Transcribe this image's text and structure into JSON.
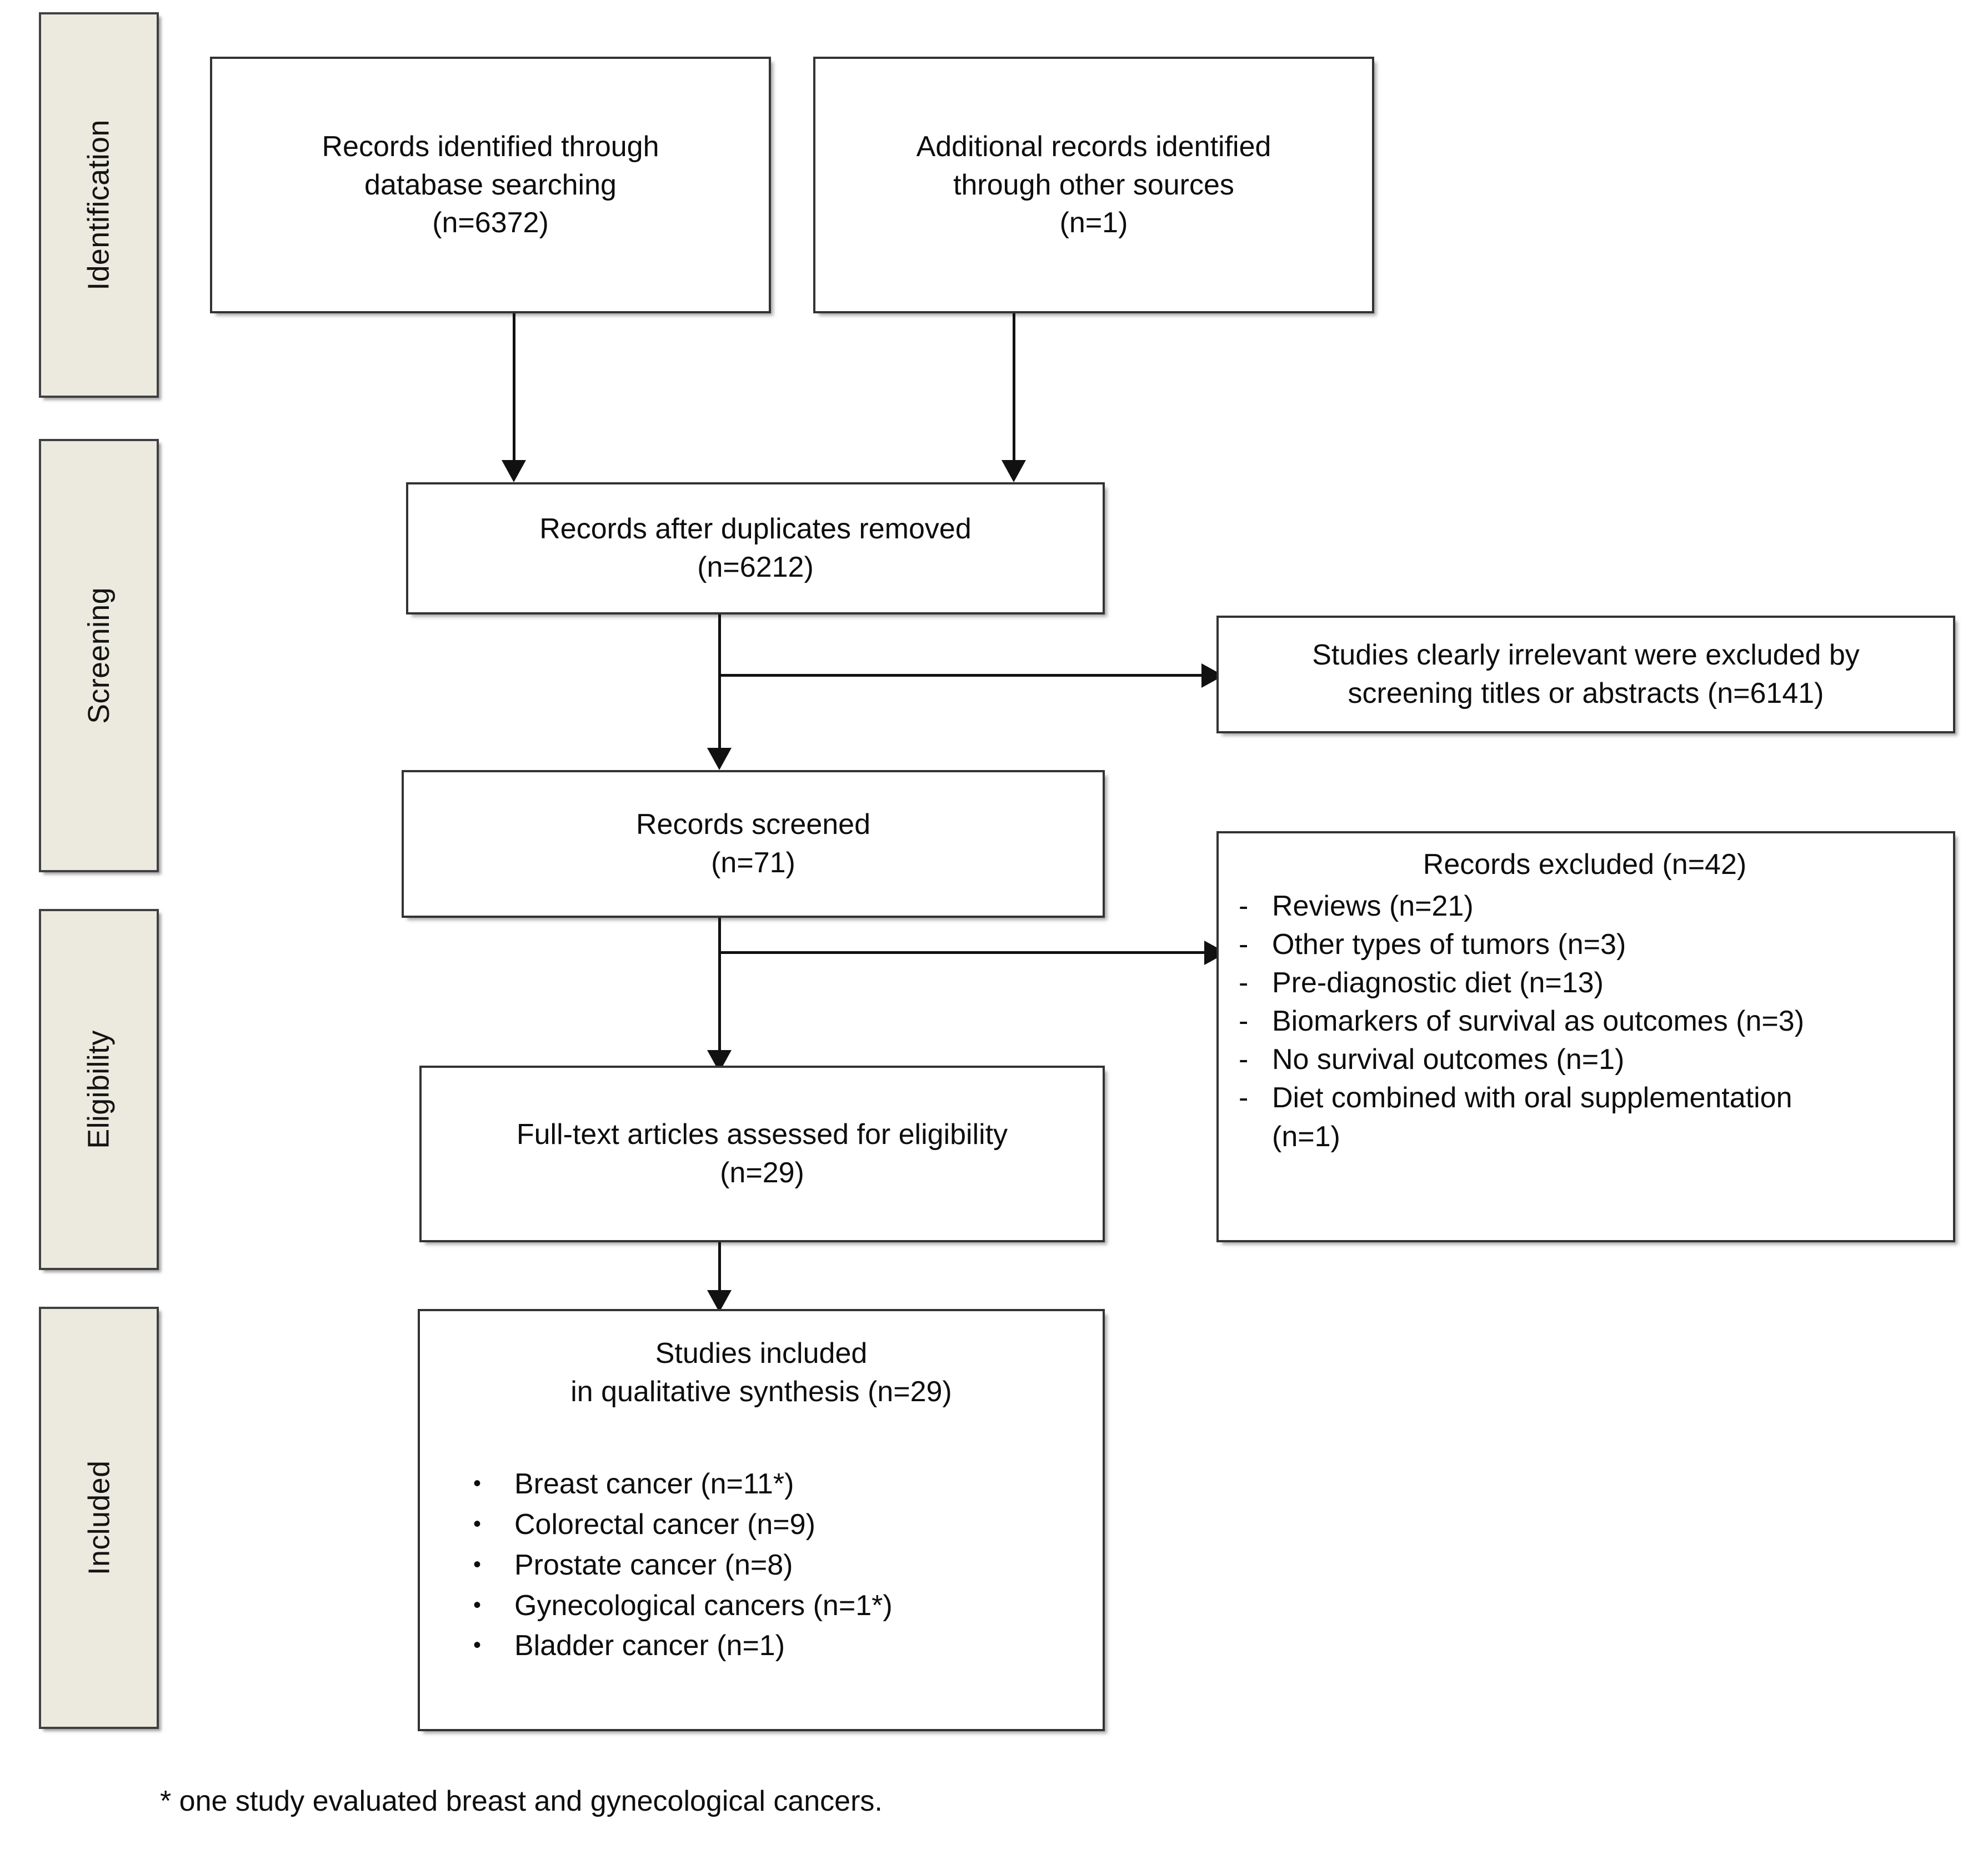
{
  "diagram": {
    "title": "PRISMA study selection flow diagram",
    "accent_background": "#ECEADF",
    "border_color": "#333333",
    "connector_color": "#111111"
  },
  "stages": [
    {
      "id": "identification",
      "label": "Identification"
    },
    {
      "id": "screening",
      "label": "Screening"
    },
    {
      "id": "eligibility",
      "label": "Eligibility"
    },
    {
      "id": "included",
      "label": "Included"
    }
  ],
  "boxes": {
    "records_database": {
      "line1": "Records identified through",
      "line2": "database searching",
      "line3": "(n=6372)"
    },
    "records_other": {
      "line1": "Additional records identified",
      "line2": "through other sources",
      "line3": "(n=1)"
    },
    "duplicates_removed": {
      "line1": "Records after duplicates  removed",
      "line2": "(n=6212)"
    },
    "irrelevant_excluded": {
      "line1": "Studies clearly irrelevant were excluded by",
      "line2": "screening titles or abstracts (n=6141)"
    },
    "records_screened": {
      "line1": "Records screened",
      "line2": "(n=71)"
    },
    "records_excluded": {
      "heading": "Records excluded (n=42)",
      "marker": "-",
      "items": [
        "Reviews (n=21)",
        "Other types of tumors (n=3)",
        "Pre-diagnostic diet (n=13)",
        "Biomarkers of survival as outcomes (n=3)",
        "No survival outcomes (n=1)",
        "Diet combined with oral supplementation",
        "(n=1)"
      ]
    },
    "fulltext_assessed": {
      "line1": "Full-text articles assessed for eligibility",
      "line2": "(n=29)"
    },
    "studies_included": {
      "line1": "Studies included",
      "line2": "in qualitative synthesis  (n=29)",
      "marker": "•",
      "items": [
        "Breast cancer (n=11*)",
        "Colorectal cancer (n=9)",
        "Prostate cancer (n=8)",
        "Gynecological cancers (n=1*)",
        "Bladder cancer (n=1)"
      ]
    }
  },
  "footnote": {
    "text": "* one study evaluated breast and gynecological cancers."
  },
  "chart_data": {
    "type": "diagram",
    "title": "PRISMA flow of study selection",
    "nodes": [
      {
        "id": "records_database",
        "label": "Records identified through database searching",
        "n": 6372,
        "stage": "Identification"
      },
      {
        "id": "records_other",
        "label": "Additional records identified through other sources",
        "n": 1,
        "stage": "Identification"
      },
      {
        "id": "duplicates_removed",
        "label": "Records after duplicates removed",
        "n": 6212,
        "stage": "Screening"
      },
      {
        "id": "irrelevant_excluded",
        "label": "Studies clearly irrelevant were excluded by screening titles or abstracts",
        "n": 6141,
        "stage": "Screening"
      },
      {
        "id": "records_screened",
        "label": "Records screened",
        "n": 71,
        "stage": "Screening"
      },
      {
        "id": "records_excluded",
        "label": "Records excluded",
        "n": 42,
        "stage": "Eligibility"
      },
      {
        "id": "fulltext_assessed",
        "label": "Full-text articles assessed for eligibility",
        "n": 29,
        "stage": "Eligibility"
      },
      {
        "id": "studies_included",
        "label": "Studies included in qualitative synthesis",
        "n": 29,
        "stage": "Included"
      }
    ],
    "edges": [
      {
        "from": "records_database",
        "to": "duplicates_removed"
      },
      {
        "from": "records_other",
        "to": "duplicates_removed"
      },
      {
        "from": "duplicates_removed",
        "to": "irrelevant_excluded"
      },
      {
        "from": "duplicates_removed",
        "to": "records_screened"
      },
      {
        "from": "records_screened",
        "to": "records_excluded"
      },
      {
        "from": "records_screened",
        "to": "fulltext_assessed"
      },
      {
        "from": "fulltext_assessed",
        "to": "studies_included"
      }
    ],
    "exclusion_reasons": [
      {
        "reason": "Reviews",
        "n": 21
      },
      {
        "reason": "Other types of tumors",
        "n": 3
      },
      {
        "reason": "Pre-diagnostic diet",
        "n": 13
      },
      {
        "reason": "Biomarkers of survival as outcomes",
        "n": 3
      },
      {
        "reason": "No survival outcomes",
        "n": 1
      },
      {
        "reason": "Diet combined with oral supplementation",
        "n": 1
      }
    ],
    "included_breakdown": [
      {
        "category": "Breast cancer",
        "n": 11,
        "note": "*"
      },
      {
        "category": "Colorectal cancer",
        "n": 9,
        "note": ""
      },
      {
        "category": "Prostate cancer",
        "n": 8,
        "note": ""
      },
      {
        "category": "Gynecological cancers",
        "n": 1,
        "note": "*"
      },
      {
        "category": "Bladder cancer",
        "n": 1,
        "note": ""
      }
    ]
  }
}
